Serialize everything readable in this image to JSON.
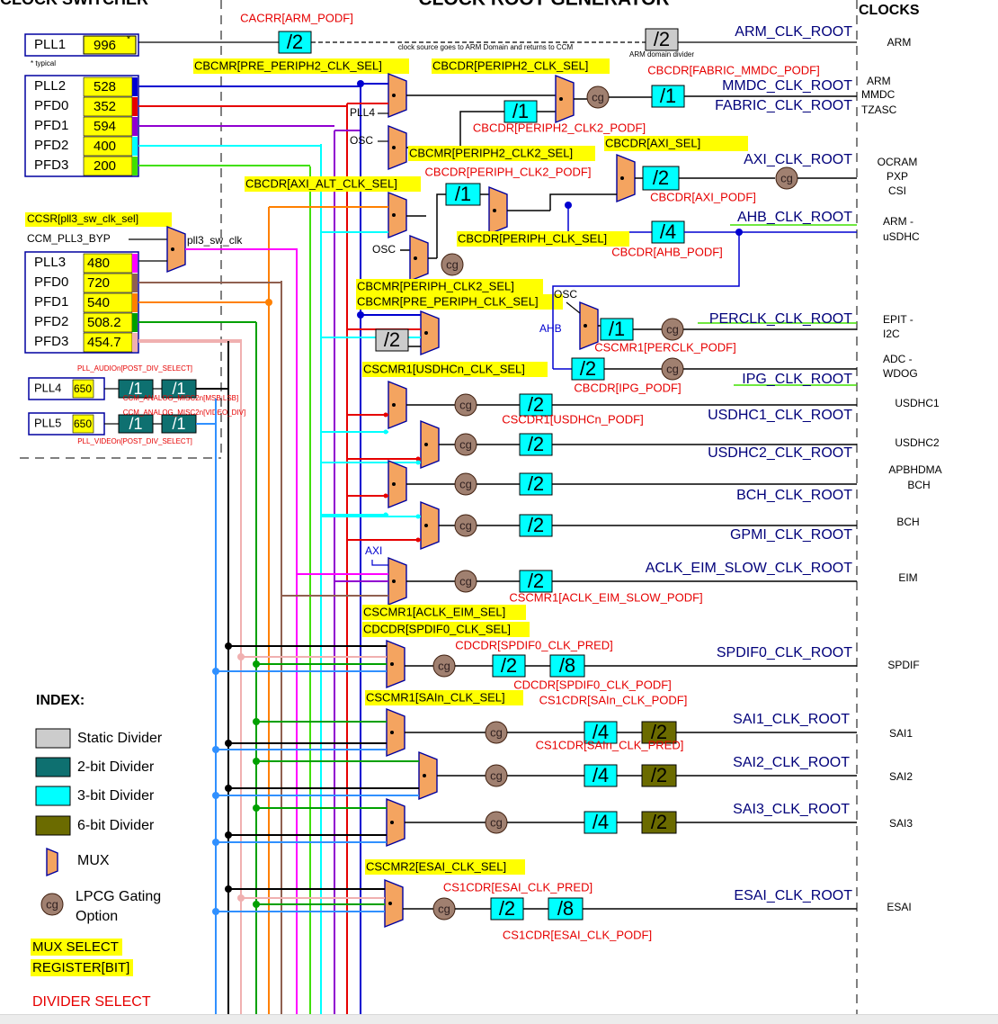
{
  "header": {
    "left": "CLOCK SWITCHER",
    "center": "CLOCK ROOT GENERATOR",
    "right": "CLOCKS"
  },
  "colors": {
    "register": "#ffff00",
    "div_static": "#cccccc",
    "div_2bit": "#0e7070",
    "div_3bit": "#00ffff",
    "div_6bit": "#6b6b00",
    "mux": "#f4a460",
    "cg": "#a08070",
    "red": "#e60000",
    "navy": "#00007a",
    "blue": "#0000d0",
    "magenta": "#ff00ff",
    "cyan": "#00ffff",
    "orange": "#ff8000",
    "purple": "#9000d0",
    "green": "#00a000",
    "lime": "#40e000",
    "brown": "#906050",
    "pink": "#f0b0b0",
    "skyblue": "#3090ff"
  },
  "plls": {
    "pll1": {
      "name": "PLL1",
      "value": "996",
      "star": "*",
      "note": "* typical"
    },
    "group2": [
      {
        "name": "PLL2",
        "value": "528"
      },
      {
        "name": "PFD0",
        "value": "352"
      },
      {
        "name": "PFD1",
        "value": "594"
      },
      {
        "name": "PFD2",
        "value": "400"
      },
      {
        "name": "PFD3",
        "value": "200"
      }
    ],
    "group3": [
      {
        "name": "PLL3",
        "value": "480"
      },
      {
        "name": "PFD0",
        "value": "720"
      },
      {
        "name": "PFD1",
        "value": "540"
      },
      {
        "name": "PFD2",
        "value": "508.2"
      },
      {
        "name": "PFD3",
        "value": "454.7"
      }
    ],
    "pll4": {
      "name": "PLL4",
      "value": "650",
      "div1": "/1",
      "div2": "/1",
      "reg_top": "PLL_AUDIOn[POST_DIV_SELECT]",
      "reg_bottom": "CCM_ANALOG_MISC2n[MSB:LSB]"
    },
    "pll5": {
      "name": "PLL5",
      "value": "650",
      "div1": "/1",
      "div2": "/1",
      "reg_top": "CCM_ANALOG_MISC2n[VIDEO_DIV]",
      "reg_bottom": "PLL_VIDEOn[POST_DIV_SELECT]"
    }
  },
  "switcher": {
    "ccsr": "CCSR[pll3_sw_clk_sel]",
    "bypass": "CCM_PLL3_BYP",
    "pll3_sw": "pll3_sw_clk"
  },
  "labels": {
    "pll4": "PLL4",
    "osc": "OSC",
    "ahb": "AHB",
    "axi": "AXI",
    "arm_note": "clock source goes to ARM Domain and returns to CCM",
    "arm_domain_divider": "ARM domain divider"
  },
  "dividers": {
    "d2": "/2",
    "d1": "/1",
    "d4": "/4",
    "d8": "/8",
    "cg": "cg"
  },
  "mux_regs": {
    "pre_periph2": "CBCMR[PRE_PERIPH2_CLK_SEL]",
    "periph2": "CBCDR[PERIPH2_CLK_SEL]",
    "periph2_clk2": "CBCMR[PERIPH2_CLK2_SEL]",
    "axi": "CBCDR[AXI_SEL]",
    "axi_alt": "CBCDR[AXI_ALT_CLK_SEL]",
    "periph": "CBCDR[PERIPH_CLK_SEL]",
    "periph_clk2": "CBCMR[PERIPH_CLK2_SEL]",
    "pre_periph": "CBCMR[PRE_PERIPH_CLK_SEL]",
    "usdhc": "CSCMR1[USDHCn_CLK_SEL]",
    "aclk_eim": "CSCMR1[ACLK_EIM_SEL]",
    "spdif": "CDCDR[SPDIF0_CLK_SEL]",
    "sai": "CSCMR1[SAIn_CLK_SEL]",
    "esai": "CSCMR2[ESAI_CLK_SEL]"
  },
  "div_regs": {
    "arm": "CACRR[ARM_PODF]",
    "fabric": "CBCDR[FABRIC_MMDC_PODF]",
    "periph2_clk2": "CBCDR[PERIPH2_CLK2_PODF]",
    "periph_clk2": "CBCDR[PERIPH_CLK2_PODF]",
    "axi": "CBCDR[AXI_PODF]",
    "ahb": "CBCDR[AHB_PODF]",
    "perclk": "CSCMR1[PERCLK_PODF]",
    "ipg": "CBCDR[IPG_PODF]",
    "usdhc": "CSCDR1[USDHCn_PODF]",
    "aclk_eim": "CSCMR1[ACLK_EIM_SLOW_PODF]",
    "spdif_pred": "CDCDR[SPDIF0_CLK_PRED]",
    "spdif_podf": "CDCDR[SPDIF0_CLK_PODF]",
    "sai_podf": "CS1CDR[SAIn_CLK_PODF]",
    "sai_pred": "CS1CDR[SAIn_CLK_PRED]",
    "esai_pred": "CS1CDR[ESAI_CLK_PRED]",
    "esai_podf": "CS1CDR[ESAI_CLK_PODF]"
  },
  "roots": {
    "arm": "ARM_CLK_ROOT",
    "mmdc": "MMDC_CLK_ROOT",
    "fabric": "FABRIC_CLK_ROOT",
    "axi": "AXI_CLK_ROOT",
    "ahb": "AHB_CLK_ROOT",
    "perclk": "PERCLK_CLK_ROOT",
    "ipg": "IPG_CLK_ROOT",
    "usdhc1": "USDHC1_CLK_ROOT",
    "usdhc2": "USDHC2_CLK_ROOT",
    "bch": "BCH_CLK_ROOT",
    "gpmi": "GPMI_CLK_ROOT",
    "aclk_eim": "ACLK_EIM_SLOW_CLK_ROOT",
    "spdif": "SPDIF0_CLK_ROOT",
    "sai1": "SAI1_CLK_ROOT",
    "sai2": "SAI2_CLK_ROOT",
    "sai3": "SAI3_CLK_ROOT",
    "esai": "ESAI_CLK_ROOT"
  },
  "destinations": {
    "arm": "ARM",
    "mmdc": [
      "ARM",
      "MMDC",
      "TZASC"
    ],
    "axi": [
      "OCRAM",
      "PXP",
      "CSI"
    ],
    "ahb": [
      "ARM -",
      "uSDHC"
    ],
    "perclk": [
      "EPIT -",
      "I2C"
    ],
    "ipg": [
      "ADC -",
      "WDOG"
    ],
    "usdhc1": "USDHC1",
    "usdhc2": "USDHC2",
    "bch": [
      "APBHDMA",
      "BCH"
    ],
    "gpmi": "BCH",
    "eim": "EIM",
    "spdif": "SPDIF",
    "sai1": "SAI1",
    "sai2": "SAI2",
    "sai3": "SAI3",
    "esai": "ESAI"
  },
  "legend": {
    "title": "INDEX:",
    "static": "Static Divider",
    "bit2": "2-bit Divider",
    "bit3": "3-bit Divider",
    "bit6": "6-bit Divider",
    "mux": "MUX",
    "cg_line1": "LPCG Gating",
    "cg_line2": "Option",
    "mux_select_1": "MUX SELECT",
    "mux_select_2": "REGISTER[BIT]",
    "divider_select": "DIVIDER SELECT"
  }
}
